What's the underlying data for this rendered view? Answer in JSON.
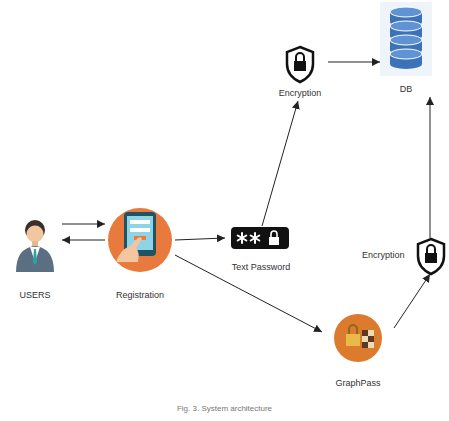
{
  "diagram": {
    "caption": "Fig. 3. System architecture",
    "nodes": [
      {
        "text": [
          "Encryption"
        ]
      },
      {
        "text": [
          "DB"
        ]
      },
      {
        "text": [
          "USERS"
        ]
      },
      {
        "text": [
          "Registration"
        ]
      },
      {
        "text": [
          "Text Password"
        ]
      },
      {
        "text": [
          "Encryption"
        ]
      },
      {
        "text": [
          "GraphPass"
        ]
      }
    ],
    "edges": [
      {
        "from": 2,
        "to": 3,
        "arrow": "to"
      },
      {
        "from": 3,
        "to": 2,
        "arrow": "to"
      },
      {
        "from": 3,
        "to": 4,
        "arrow": "to"
      },
      {
        "from": 4,
        "to": 0,
        "arrow": "to"
      },
      {
        "from": 0,
        "to": 1,
        "arrow": "to"
      },
      {
        "from": 3,
        "to": 6,
        "arrow": "to"
      },
      {
        "from": 6,
        "to": 5,
        "arrow": "to"
      },
      {
        "from": 5,
        "to": 1,
        "arrow": "to"
      }
    ]
  }
}
